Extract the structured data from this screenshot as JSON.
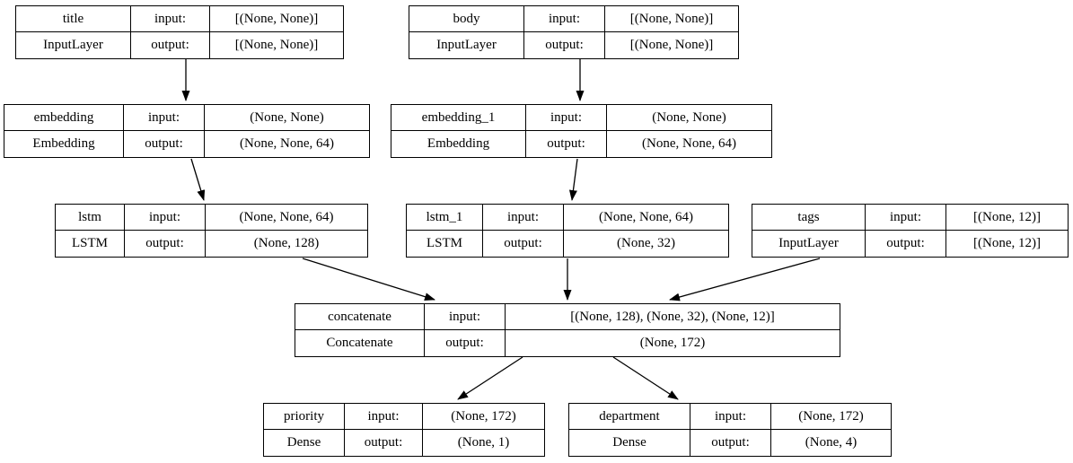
{
  "diagram": {
    "kind": "keras-model-plot",
    "colors": {
      "background": "#ffffff",
      "border": "#000000",
      "text": "#000000"
    }
  },
  "nodes": [
    {
      "id": "title",
      "name": "title",
      "type": "InputLayer",
      "input_label": "input:",
      "output_label": "output:",
      "input_shape": "[(None, None)]",
      "output_shape": "[(None, None)]"
    },
    {
      "id": "body",
      "name": "body",
      "type": "InputLayer",
      "input_label": "input:",
      "output_label": "output:",
      "input_shape": "[(None, None)]",
      "output_shape": "[(None, None)]"
    },
    {
      "id": "embedding",
      "name": "embedding",
      "type": "Embedding",
      "input_label": "input:",
      "output_label": "output:",
      "input_shape": "(None, None)",
      "output_shape": "(None, None, 64)"
    },
    {
      "id": "embedding_1",
      "name": "embedding_1",
      "type": "Embedding",
      "input_label": "input:",
      "output_label": "output:",
      "input_shape": "(None, None)",
      "output_shape": "(None, None, 64)"
    },
    {
      "id": "lstm",
      "name": "lstm",
      "type": "LSTM",
      "input_label": "input:",
      "output_label": "output:",
      "input_shape": "(None, None, 64)",
      "output_shape": "(None, 128)"
    },
    {
      "id": "lstm_1",
      "name": "lstm_1",
      "type": "LSTM",
      "input_label": "input:",
      "output_label": "output:",
      "input_shape": "(None, None, 64)",
      "output_shape": "(None, 32)"
    },
    {
      "id": "tags",
      "name": "tags",
      "type": "InputLayer",
      "input_label": "input:",
      "output_label": "output:",
      "input_shape": "[(None, 12)]",
      "output_shape": "[(None, 12)]"
    },
    {
      "id": "concatenate",
      "name": "concatenate",
      "type": "Concatenate",
      "input_label": "input:",
      "output_label": "output:",
      "input_shape": "[(None, 128), (None, 32), (None, 12)]",
      "output_shape": "(None, 172)"
    },
    {
      "id": "priority",
      "name": "priority",
      "type": "Dense",
      "input_label": "input:",
      "output_label": "output:",
      "input_shape": "(None, 172)",
      "output_shape": "(None, 1)"
    },
    {
      "id": "department",
      "name": "department",
      "type": "Dense",
      "input_label": "input:",
      "output_label": "output:",
      "input_shape": "(None, 172)",
      "output_shape": "(None, 4)"
    }
  ],
  "edges": [
    {
      "from": "title",
      "to": "embedding"
    },
    {
      "from": "body",
      "to": "embedding_1"
    },
    {
      "from": "embedding",
      "to": "lstm"
    },
    {
      "from": "embedding_1",
      "to": "lstm_1"
    },
    {
      "from": "lstm",
      "to": "concatenate"
    },
    {
      "from": "lstm_1",
      "to": "concatenate"
    },
    {
      "from": "tags",
      "to": "concatenate"
    },
    {
      "from": "concatenate",
      "to": "priority"
    },
    {
      "from": "concatenate",
      "to": "department"
    }
  ]
}
